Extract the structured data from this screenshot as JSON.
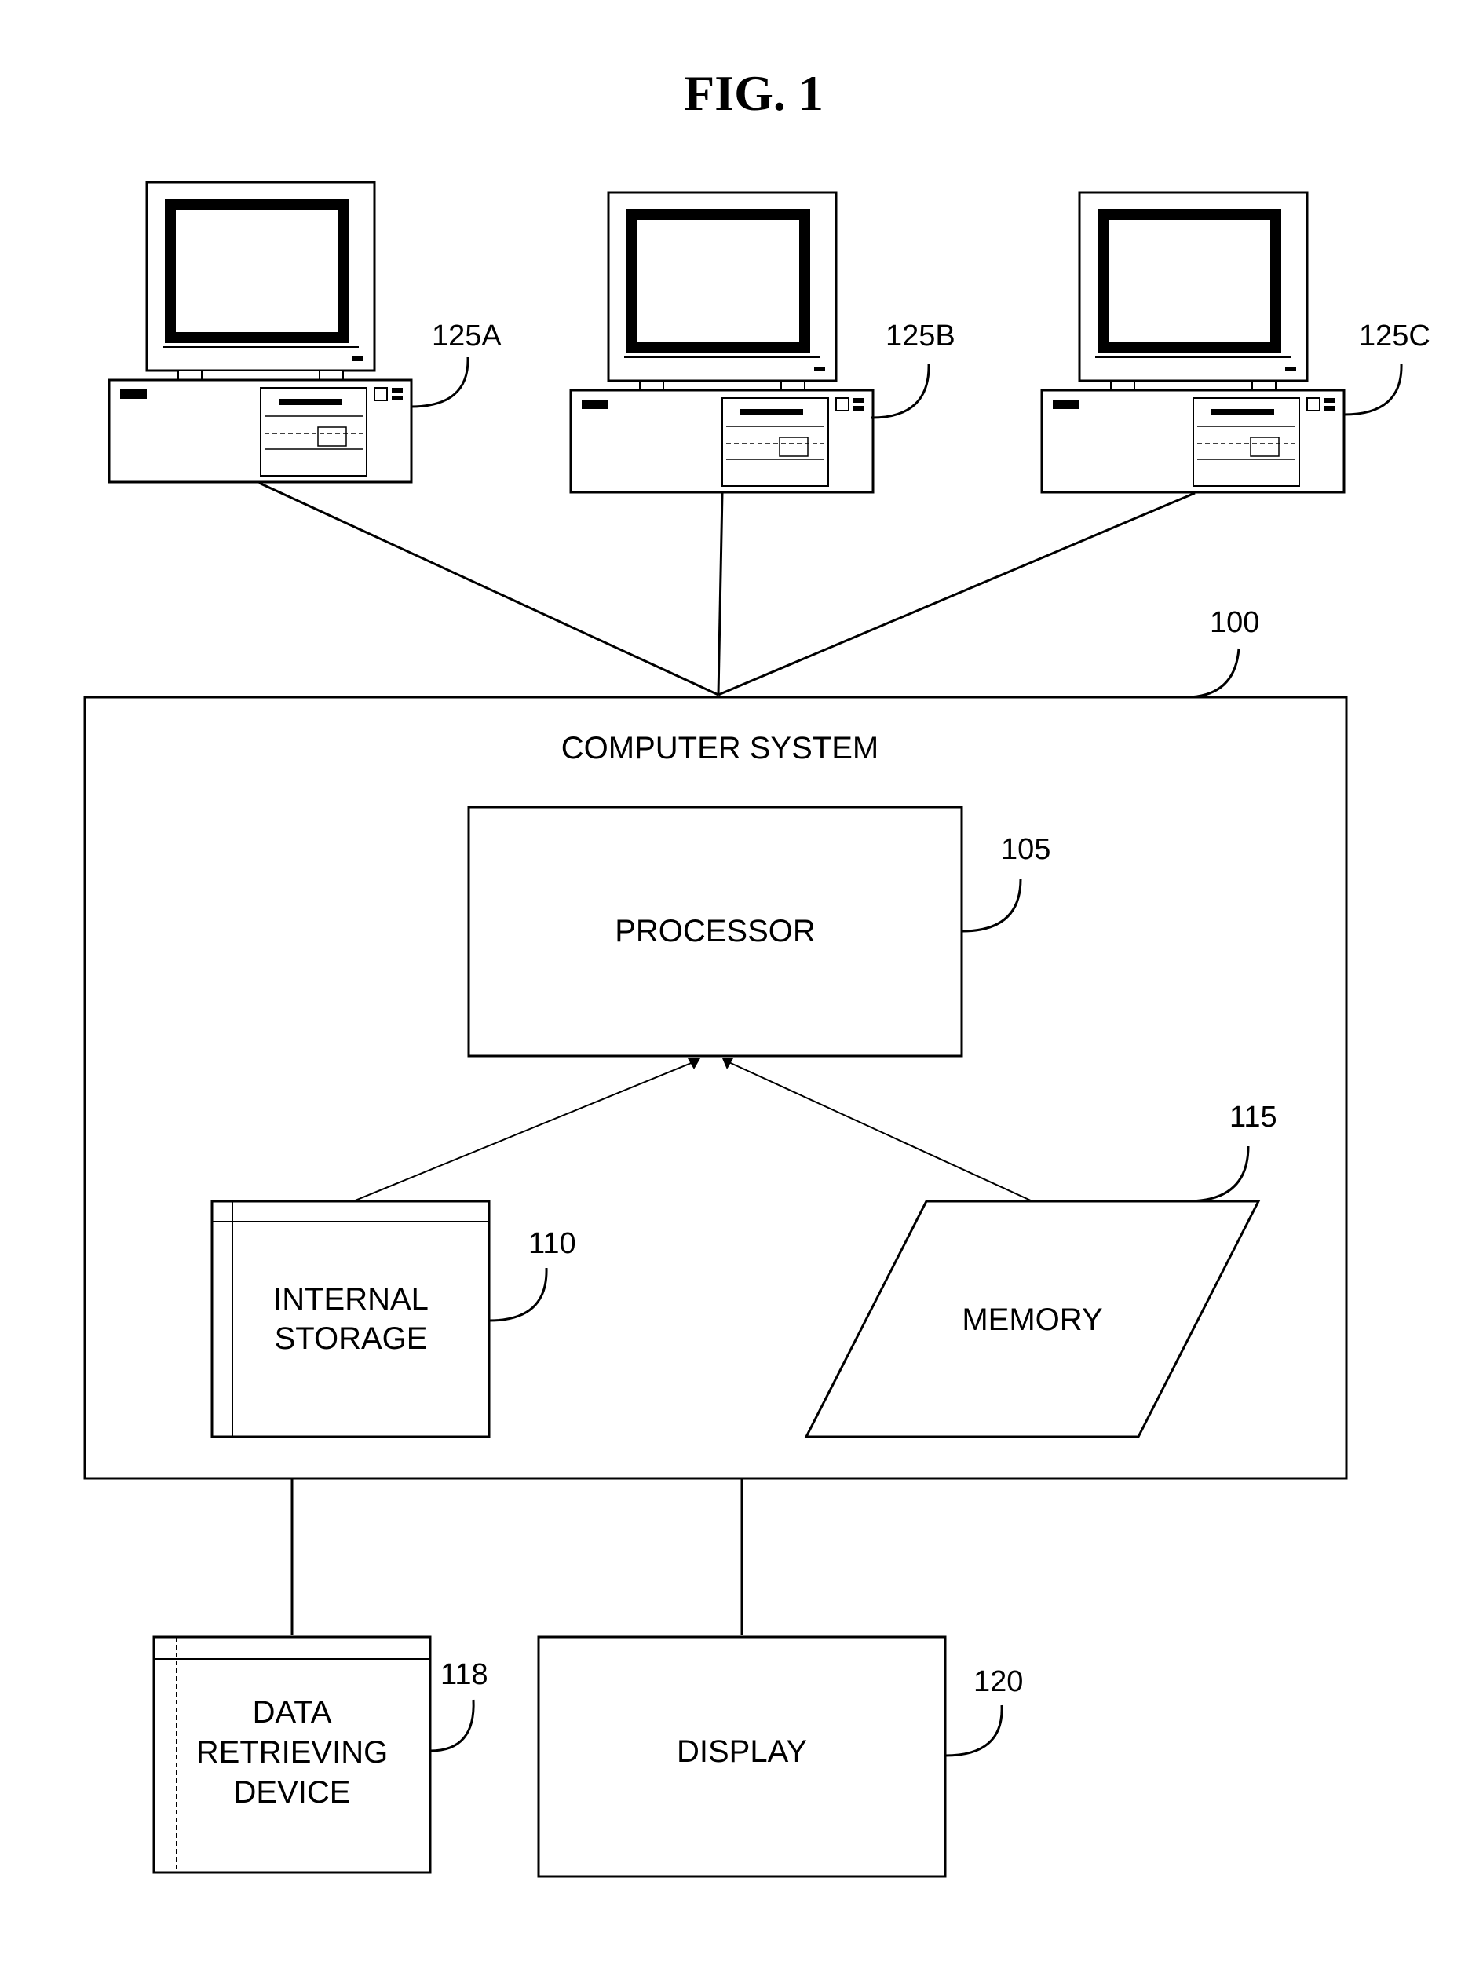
{
  "figure": {
    "title": "FIG. 1"
  },
  "terminals": [
    {
      "ref": "125A"
    },
    {
      "ref": "125B"
    },
    {
      "ref": "125C"
    }
  ],
  "computer_system": {
    "label": "COMPUTER SYSTEM",
    "ref": "100"
  },
  "processor": {
    "label": "PROCESSOR",
    "ref": "105"
  },
  "internal_storage": {
    "label_line1": "INTERNAL",
    "label_line2": "STORAGE",
    "ref": "110"
  },
  "memory": {
    "label": "MEMORY",
    "ref": "115"
  },
  "data_retrieving_device": {
    "label_line1": "DATA",
    "label_line2": "RETRIEVING",
    "label_line3": "DEVICE",
    "ref": "118"
  },
  "display": {
    "label": "DISPLAY",
    "ref": "120"
  }
}
